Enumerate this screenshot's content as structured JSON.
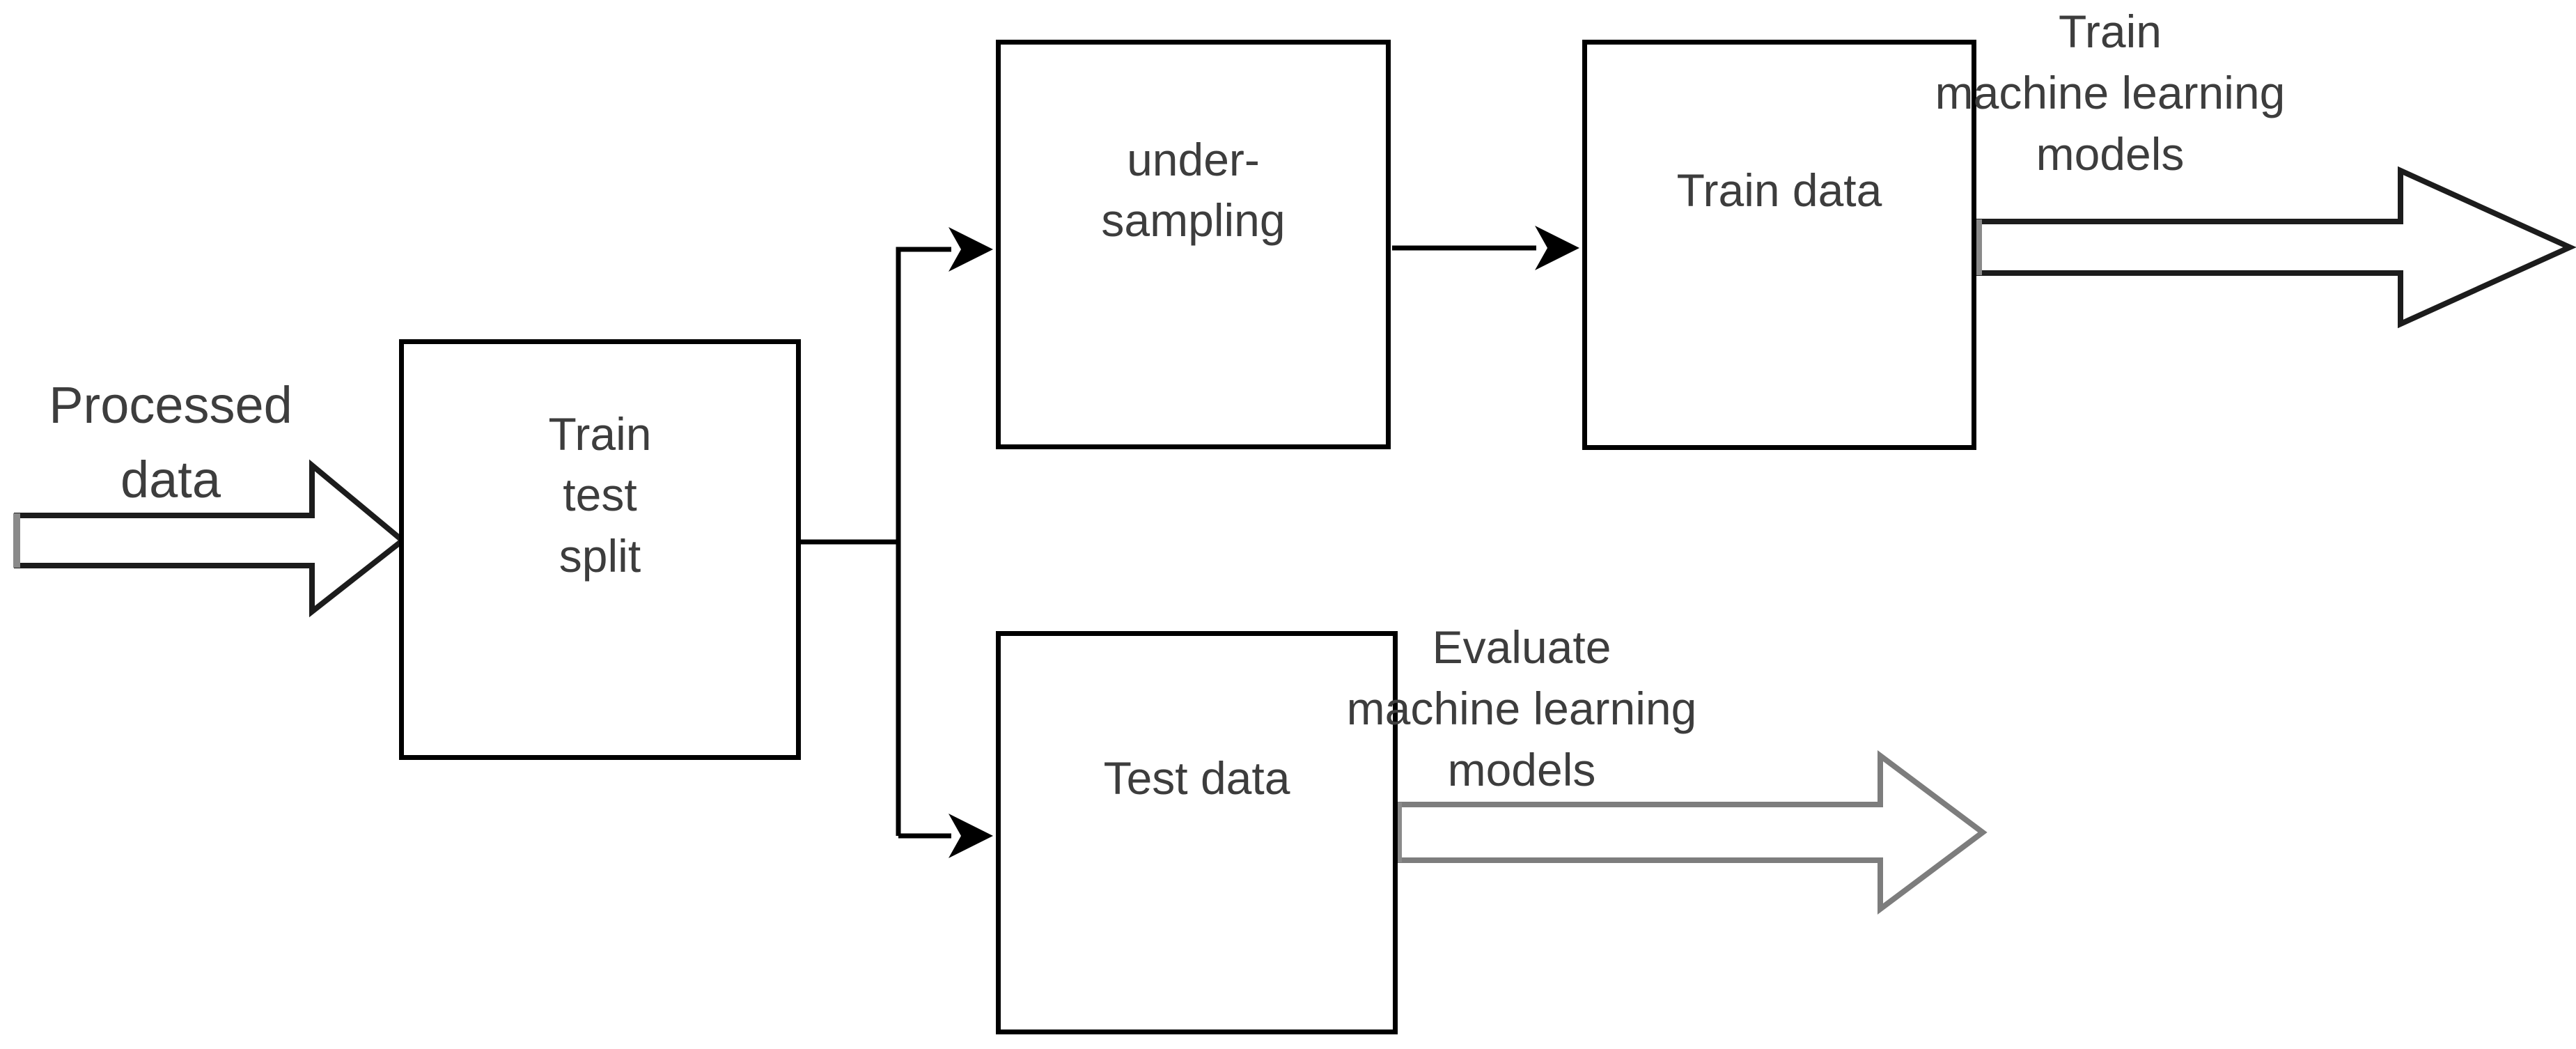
{
  "diagram": {
    "nodes": {
      "split": "Train\ntest\nsplit",
      "undersampling": "under-\nsampling",
      "train_data": "Train data",
      "test_data": "Test data"
    },
    "labels": {
      "input": "Processed\ndata",
      "train_output": "Train\nmachine learning\nmodels",
      "eval_output": "Evaluate\nmachine learning\nmodels"
    },
    "colors": {
      "background": "#ffffff",
      "box_fill": "#ffffff",
      "box_border": "#000000",
      "text": "#3d3d3d",
      "connector": "#000000",
      "fat_arrow_dark": "#1c1c1c",
      "fat_arrow_gray": "#7d7d7d",
      "fat_arrow_cap": "#8a8a8a"
    }
  }
}
